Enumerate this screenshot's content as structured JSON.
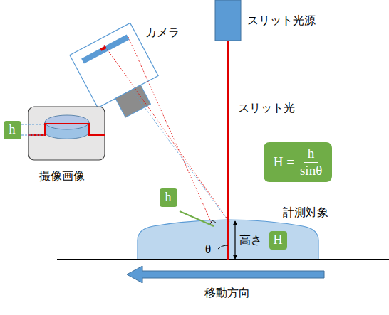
{
  "diagram": {
    "nodes": [
      {
        "text": [
          "h"
        ]
      },
      {
        "text": [
          "H =",
          "h",
          "sinθ"
        ]
      },
      {
        "text": [
          "h"
        ]
      },
      {
        "text": [
          "H"
        ]
      }
    ],
    "labels": [
      "カメラ",
      "スリット光源",
      "スリット光",
      "撮像画像",
      "計測対象",
      "高さ",
      "θ",
      "移動方向"
    ]
  }
}
